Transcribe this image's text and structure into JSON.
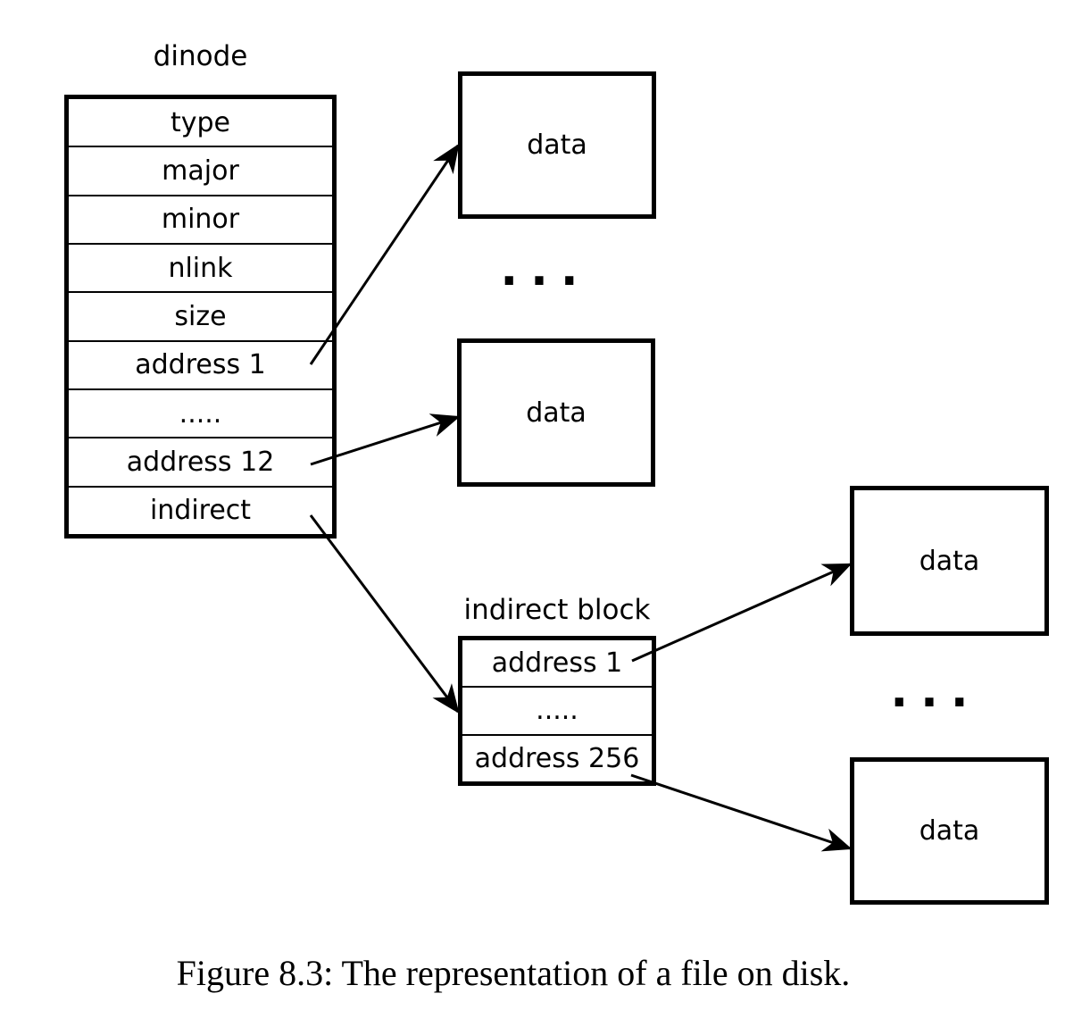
{
  "diagram": {
    "dinode": {
      "title": "dinode",
      "rows": [
        "type",
        "major",
        "minor",
        "nlink",
        "size",
        "address 1",
        ".....",
        "address 12",
        "indirect"
      ]
    },
    "indirect_block": {
      "title": "indirect block",
      "rows": [
        "address 1",
        ".....",
        "address 256"
      ]
    },
    "data_boxes": [
      "data",
      "data",
      "data",
      "data"
    ],
    "ellipsis": "...",
    "arrows": [
      {
        "from": "dinode-row-address-1",
        "to": "data-block-1"
      },
      {
        "from": "dinode-row-address-12",
        "to": "data-block-2"
      },
      {
        "from": "dinode-row-indirect",
        "to": "indirect-block"
      },
      {
        "from": "indirect-block-row-address-1",
        "to": "data-block-3"
      },
      {
        "from": "indirect-block-row-address-256",
        "to": "data-block-4"
      }
    ],
    "colors": {
      "foreground": "#000000",
      "background": "#ffffff"
    }
  },
  "caption": "Figure 8.3: The representation of a file on disk."
}
